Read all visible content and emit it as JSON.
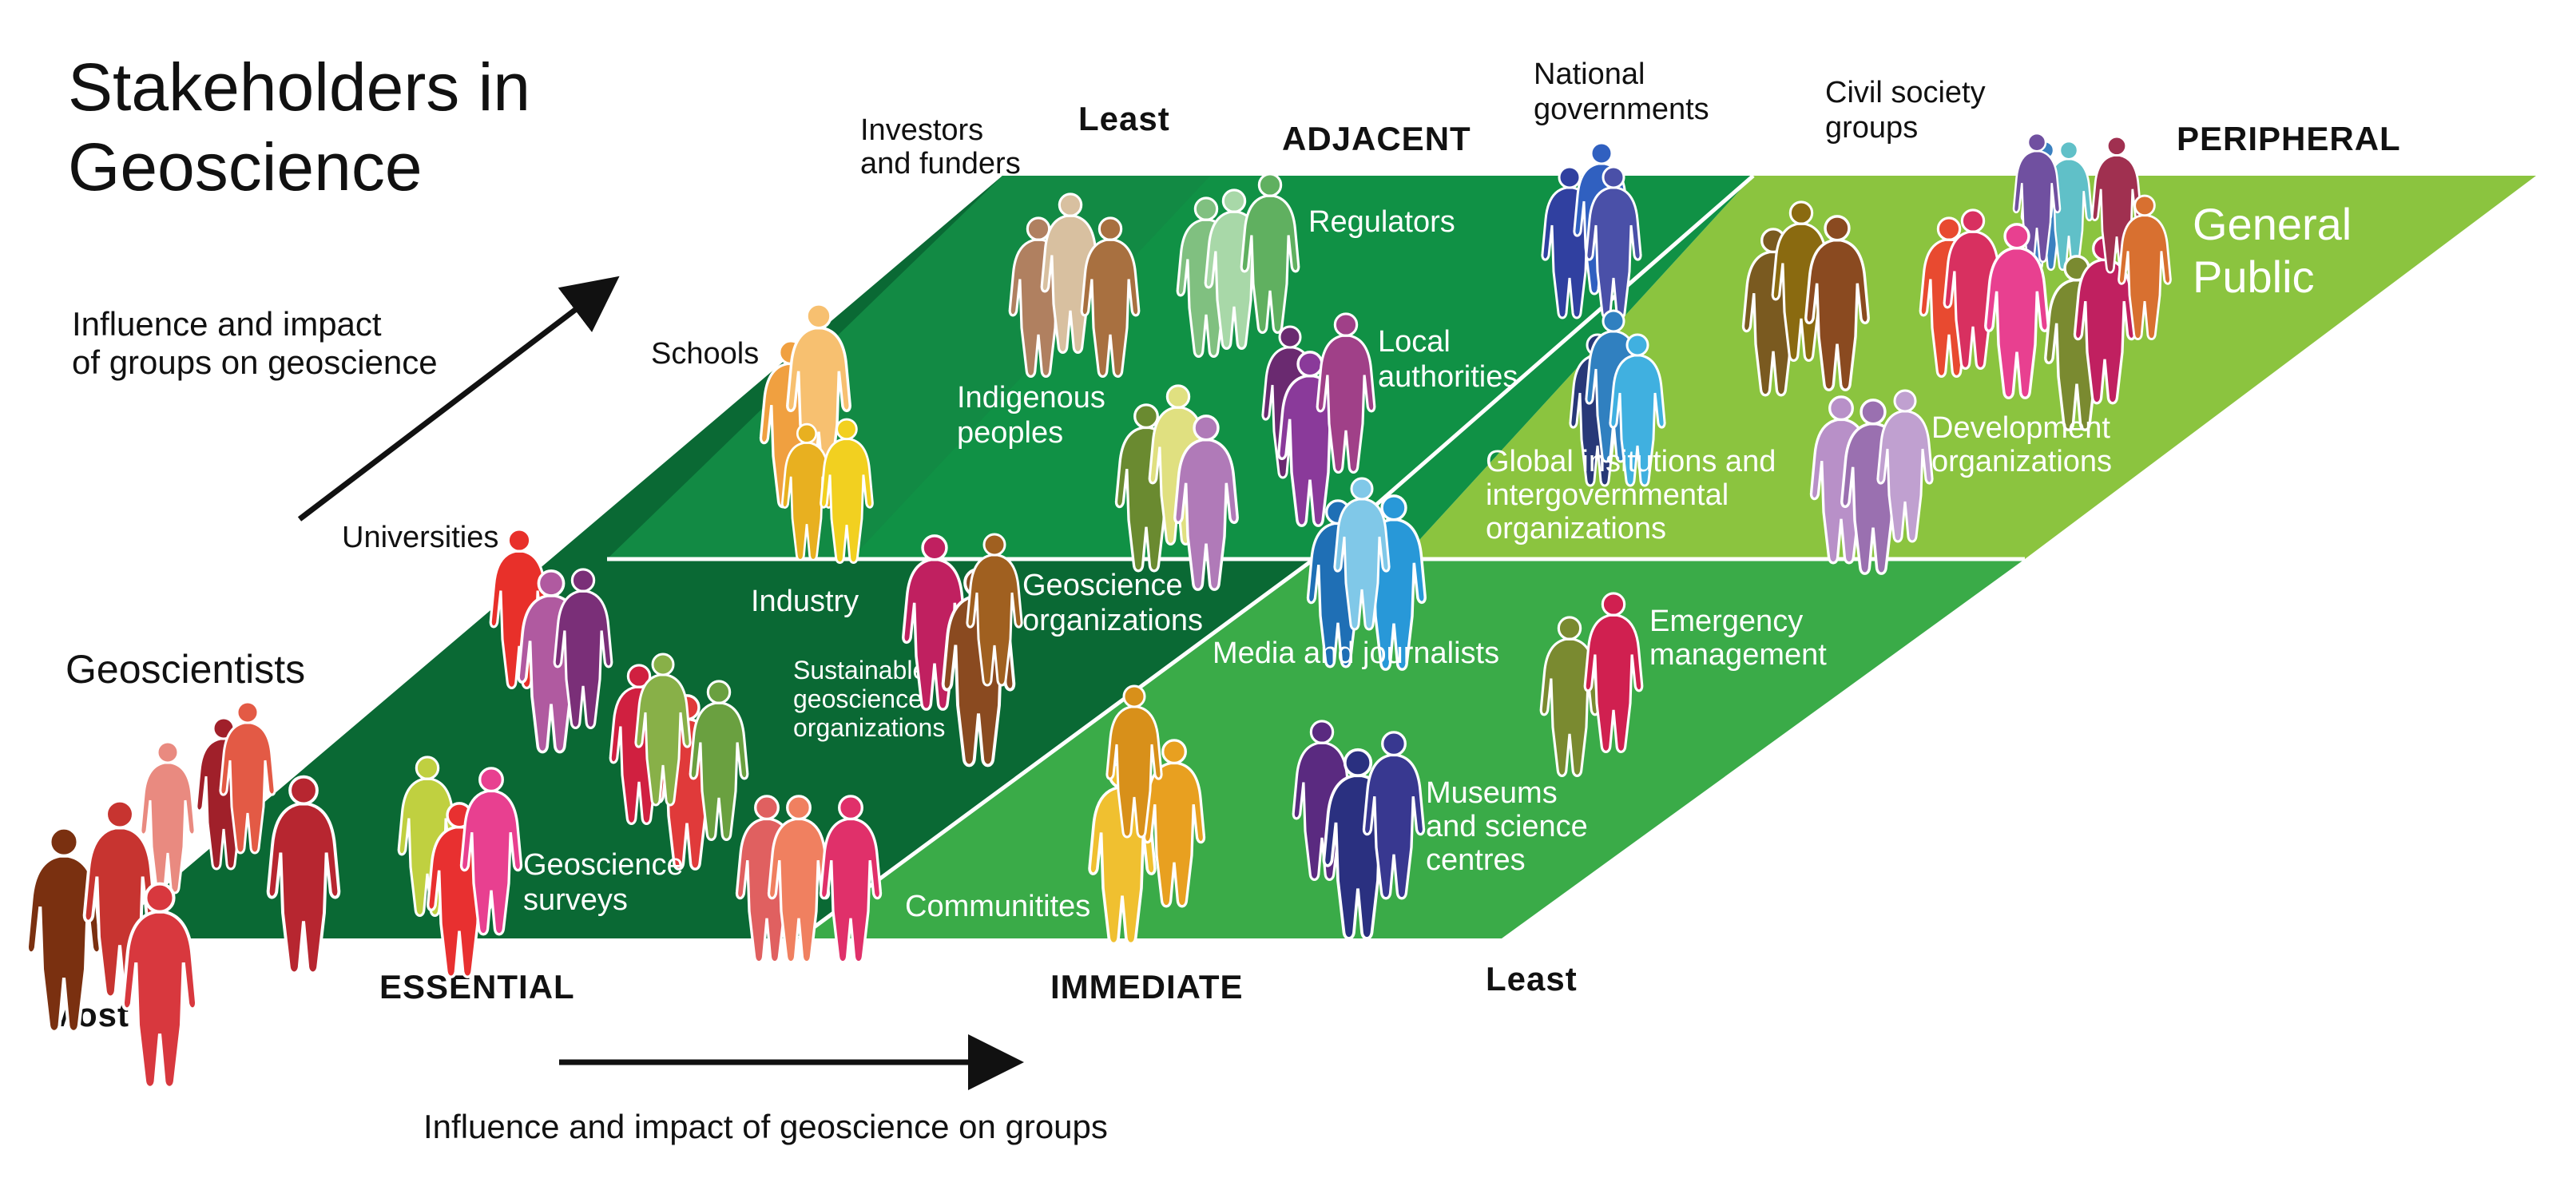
{
  "title_lines": [
    "Stakeholders in",
    "Geoscience"
  ],
  "axis_up_label": [
    "Influence and impact",
    "of groups on geoscience"
  ],
  "axis_right_label": "Influence and impact of geoscience on groups",
  "zone_labels": {
    "essential": "ESSENTIAL",
    "immediate": "IMMEDIATE",
    "adjacent": "ADJACENT",
    "peripheral": "PERIPHERAL"
  },
  "scale_labels": {
    "most": "Most",
    "least_bottom": "Least",
    "least_top": "Least"
  },
  "colors": {
    "essential": "#0a6934",
    "immediate_front": "#3aab48",
    "adjacent_back": "#109145",
    "peripheral_back": "#8bc43f"
  },
  "groups": [
    {
      "id": "geoscientists",
      "lines": [
        "Geoscientists"
      ],
      "colors": [
        "#7a3010",
        "#e98a80",
        "#a0202a",
        "#c73430",
        "#e35a45",
        "#d8383e",
        "#b72630"
      ]
    },
    {
      "id": "universities",
      "lines": [
        "Universities"
      ],
      "colors": [
        "#e8302a",
        "#b05aa0",
        "#7a2f78"
      ]
    },
    {
      "id": "schools",
      "lines": [
        "Schools"
      ],
      "colors": [
        "#f0a040",
        "#f7c070",
        "#e8b020",
        "#f2d020"
      ]
    },
    {
      "id": "investors",
      "lines": [
        "Investors",
        "and funders"
      ],
      "colors": [
        "#b08060",
        "#d8c0a0",
        "#a87040"
      ]
    },
    {
      "id": "industry",
      "lines": [
        "Industry"
      ],
      "colors": [
        "#d02040",
        "#e03a3a",
        "#6aa040",
        "#88b048"
      ]
    },
    {
      "id": "surveys",
      "lines": [
        "Geoscience",
        "surveys"
      ],
      "colors": [
        "#c0d040",
        "#e83030",
        "#e84090"
      ]
    },
    {
      "id": "sustainable",
      "lines": [
        "Sustainable",
        "geoscience",
        "organizations"
      ],
      "colors": [
        "#e06060",
        "#f08060",
        "#e0306a"
      ]
    },
    {
      "id": "geo_orgs",
      "lines": [
        "Geoscience",
        "organizations"
      ],
      "colors": [
        "#c02060",
        "#8a4a20",
        "#a06020"
      ]
    },
    {
      "id": "regulators",
      "lines": [
        "Regulators"
      ],
      "colors": [
        "#80c080",
        "#a8d8a8",
        "#60b060"
      ]
    },
    {
      "id": "indigenous",
      "lines": [
        "Indigenous",
        "peoples"
      ],
      "colors": [
        "#6a8a30",
        "#e0e080",
        "#b07ab8"
      ]
    },
    {
      "id": "local_auth",
      "lines": [
        "Local",
        "authorities"
      ],
      "colors": [
        "#6a2a70",
        "#8a3a9a",
        "#a04088"
      ]
    },
    {
      "id": "national_gov",
      "lines": [
        "National",
        "governments"
      ],
      "colors": [
        "#3040a0",
        "#3060c0",
        "#4a50a8"
      ]
    },
    {
      "id": "global_inst",
      "lines": [
        "Global insitutions and",
        "intergovernmental",
        "organizations"
      ],
      "colors": [
        "#283878",
        "#3080c0",
        "#40b0e0"
      ]
    },
    {
      "id": "civil",
      "lines": [
        "Civil society",
        "groups"
      ],
      "colors": [
        "#7a5a20",
        "#8a6a10",
        "#8a4a20"
      ]
    },
    {
      "id": "general_public",
      "lines": [
        "General",
        "Public"
      ],
      "colors": [
        "#e84a30",
        "#d83060",
        "#3a80c0",
        "#60c0c8",
        "#7050a0",
        "#e84090",
        "#7a8a30",
        "#c02060",
        "#a03050",
        "#d87030"
      ]
    },
    {
      "id": "development",
      "lines": [
        "Development",
        "organizations"
      ],
      "colors": [
        "#b890c8",
        "#9a70b0",
        "#c0a0d0"
      ]
    },
    {
      "id": "media",
      "lines": [
        "Media and journalists"
      ],
      "colors": [
        "#1f6fb5",
        "#2898d8",
        "#80c8e8"
      ]
    },
    {
      "id": "emergency",
      "lines": [
        "Emergency",
        "management"
      ],
      "colors": [
        "#7a8a30",
        "#d02050"
      ]
    },
    {
      "id": "communities",
      "lines": [
        "Communitites"
      ],
      "colors": [
        "#f0c030",
        "#e8a020",
        "#d8901a"
      ]
    },
    {
      "id": "museums",
      "lines": [
        "Museums",
        "and science",
        "centres"
      ],
      "colors": [
        "#5a2a80",
        "#2a3080",
        "#383890"
      ]
    }
  ]
}
